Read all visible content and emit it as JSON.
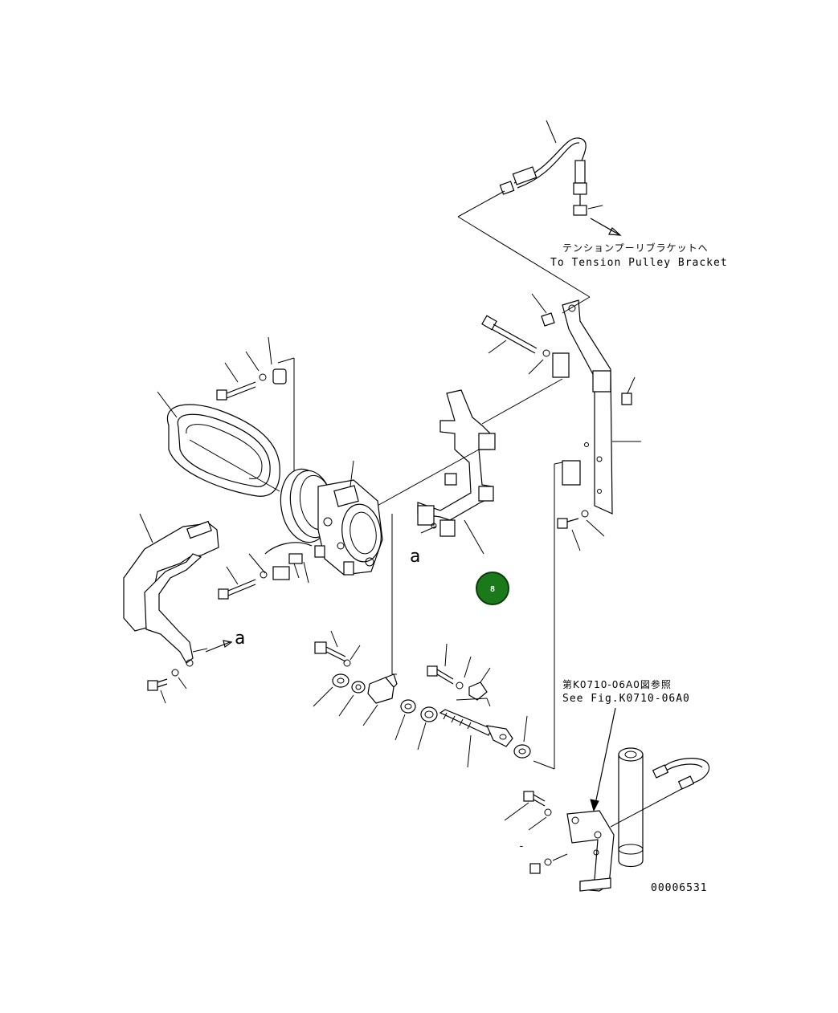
{
  "annotations": {
    "tension_pulley_jp": "テンションプーリブラケットへ",
    "tension_pulley_en": "To Tension Pulley Bracket",
    "figure_ref_jp": "第K0710-06A0図参照",
    "figure_ref_en": "See Fig.K0710-06A0",
    "view_marker_a": "a",
    "view_marker_a2": "a",
    "dash_label": "-",
    "drawing_number": "00006531"
  },
  "hotspot": {
    "label": "8",
    "color": "#1a7a1a",
    "ring_color": "#0d3d0d"
  }
}
